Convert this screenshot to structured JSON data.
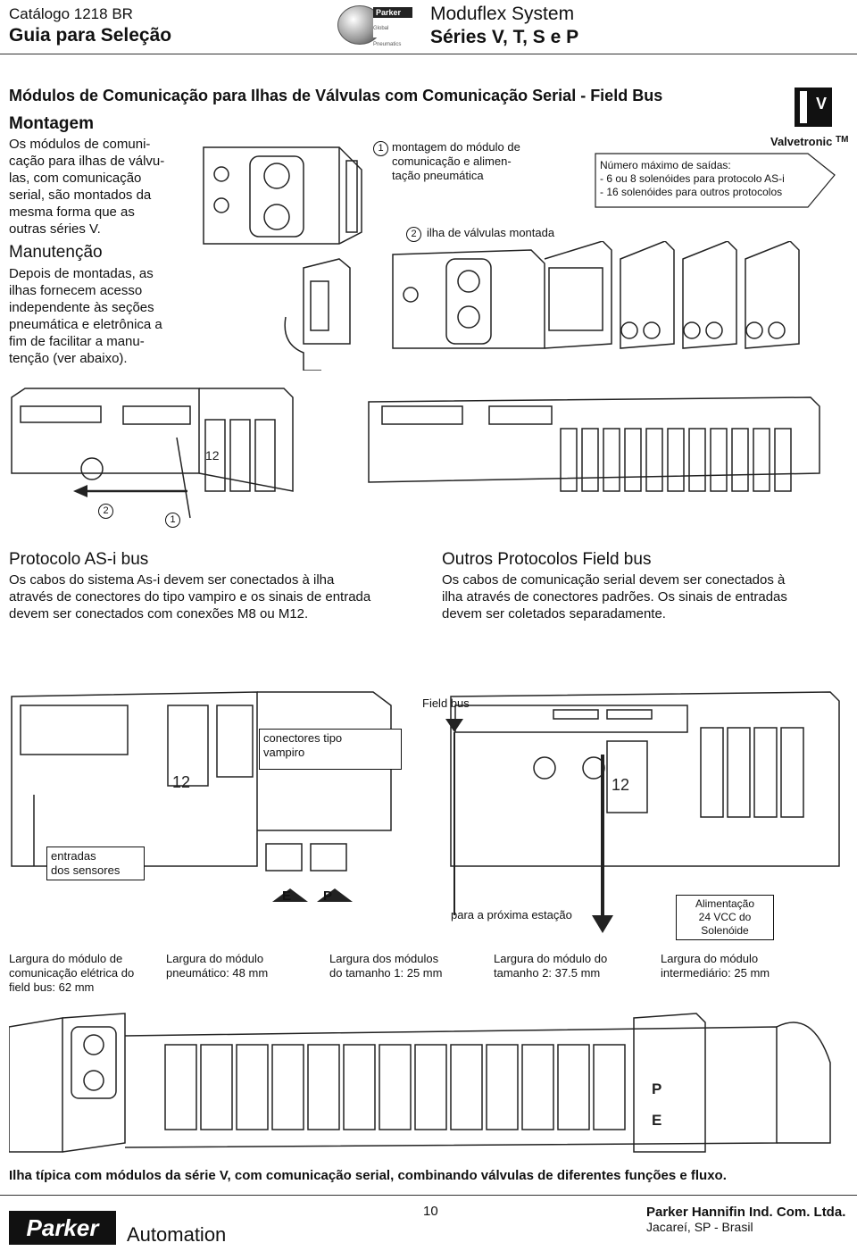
{
  "header": {
    "catalog": "Catálogo 1218 BR",
    "guide": "Guia para Seleção",
    "system": "Moduflex System",
    "series": "Séries V, T, S e P",
    "logo_text": "Parker",
    "logo_sub": "Global Pneumatics"
  },
  "section_title": "Módulos de Comunicação para Ilhas de Válvulas com Comunicação Serial - Field Bus",
  "montagem": {
    "title": "Montagem",
    "text_lines": [
      "Os módulos de comuni-",
      "cação para ilhas de válvu-",
      "las, com comunicação",
      "serial, são montados da",
      "mesma forma que as",
      "outras séries V."
    ]
  },
  "manutencao": {
    "title": "Manutenção",
    "text_lines": [
      "Depois de montadas, as",
      "ilhas fornecem acesso",
      "independente às seções",
      "pneumática e eletrônica a",
      "fim de facilitar a manu-",
      "tenção (ver abaixo)."
    ]
  },
  "callouts": {
    "num1": "1",
    "num2": "2",
    "mount_lines": [
      "montagem do módulo de",
      "comunicação e alimen-",
      "tação pneumática"
    ],
    "island": "ilha de válvulas montada",
    "valvetronic": "Valvetronic",
    "tm": "TM",
    "max_title": "Número máximo de saídas:",
    "max_line1": "- 6 ou 8 solenóides para protocolo AS-i",
    "max_line2": "- 16 solenóides para outros protocolos"
  },
  "asi": {
    "title": "Protocolo AS-i bus",
    "text_lines": [
      "Os cabos do sistema As-i devem ser conectados à ilha",
      "através de conectores do tipo vampiro e os sinais de entrada",
      "devem ser conectados com conexões M8 ou M12."
    ]
  },
  "outros": {
    "title": "Outros Protocolos Field bus",
    "text_lines": [
      "Os cabos de comunicação serial devem ser conectados à",
      "ilha através de conectores padrões. Os sinais de entradas",
      "devem ser coletados separadamente."
    ]
  },
  "diagram_labels": {
    "field_bus": "Field bus",
    "vampiro_l1": "conectores tipo",
    "vampiro_l2": "vampiro",
    "entradas_l1": "entradas",
    "entradas_l2": "dos sensores",
    "proxima": "para a próxima estação",
    "alim_l1": "Alimentação",
    "alim_l2": "24 VCC do",
    "alim_l3": "Solenóide",
    "E": "E",
    "P": "P"
  },
  "widths": [
    {
      "lines": [
        "Largura do módulo de",
        "comunicação elétrica do",
        "field bus: 62 mm"
      ]
    },
    {
      "lines": [
        "Largura do módulo",
        "pneumático: 48 mm"
      ]
    },
    {
      "lines": [
        "Largura dos módulos",
        "do tamanho 1: 25 mm"
      ]
    },
    {
      "lines": [
        "Largura do módulo do",
        "tamanho 2:  37.5 mm"
      ]
    },
    {
      "lines": [
        "Largura do módulo",
        "intermediário: 25 mm"
      ]
    }
  ],
  "caption": "Ilha típica com módulos da série V, com comunicação serial, combinando válvulas de diferentes funções e fluxo.",
  "footer": {
    "logo": "Parker",
    "division": "Automation",
    "page": "10",
    "company": "Parker Hannifin Ind. Com. Ltda.",
    "city": "Jacareí, SP - Brasil"
  }
}
